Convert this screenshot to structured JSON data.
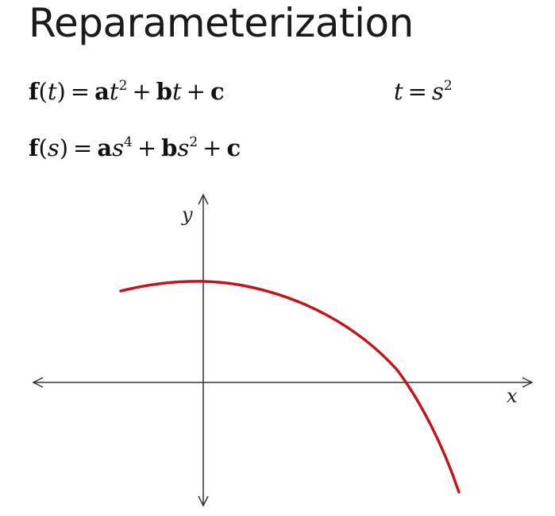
{
  "title": "Reparameterization",
  "equations": {
    "ft": {
      "fn": "f",
      "var": "t",
      "coef_a": "a",
      "var_a": "t",
      "exp_a": "2",
      "coef_b": "b",
      "var_b": "t",
      "coef_c": "c"
    },
    "substitution": {
      "lhs": "t",
      "rhs": "s",
      "exp": "2"
    },
    "fs": {
      "fn": "f",
      "var": "s",
      "coef_a": "a",
      "var_a": "s",
      "exp_a": "4",
      "coef_b": "b",
      "var_b": "s",
      "exp_b": "2",
      "coef_c": "c"
    }
  },
  "diagram": {
    "x_axis_label": "x",
    "y_axis_label": "y",
    "curve_color": "#c0151b",
    "axis_color": "#333333"
  }
}
